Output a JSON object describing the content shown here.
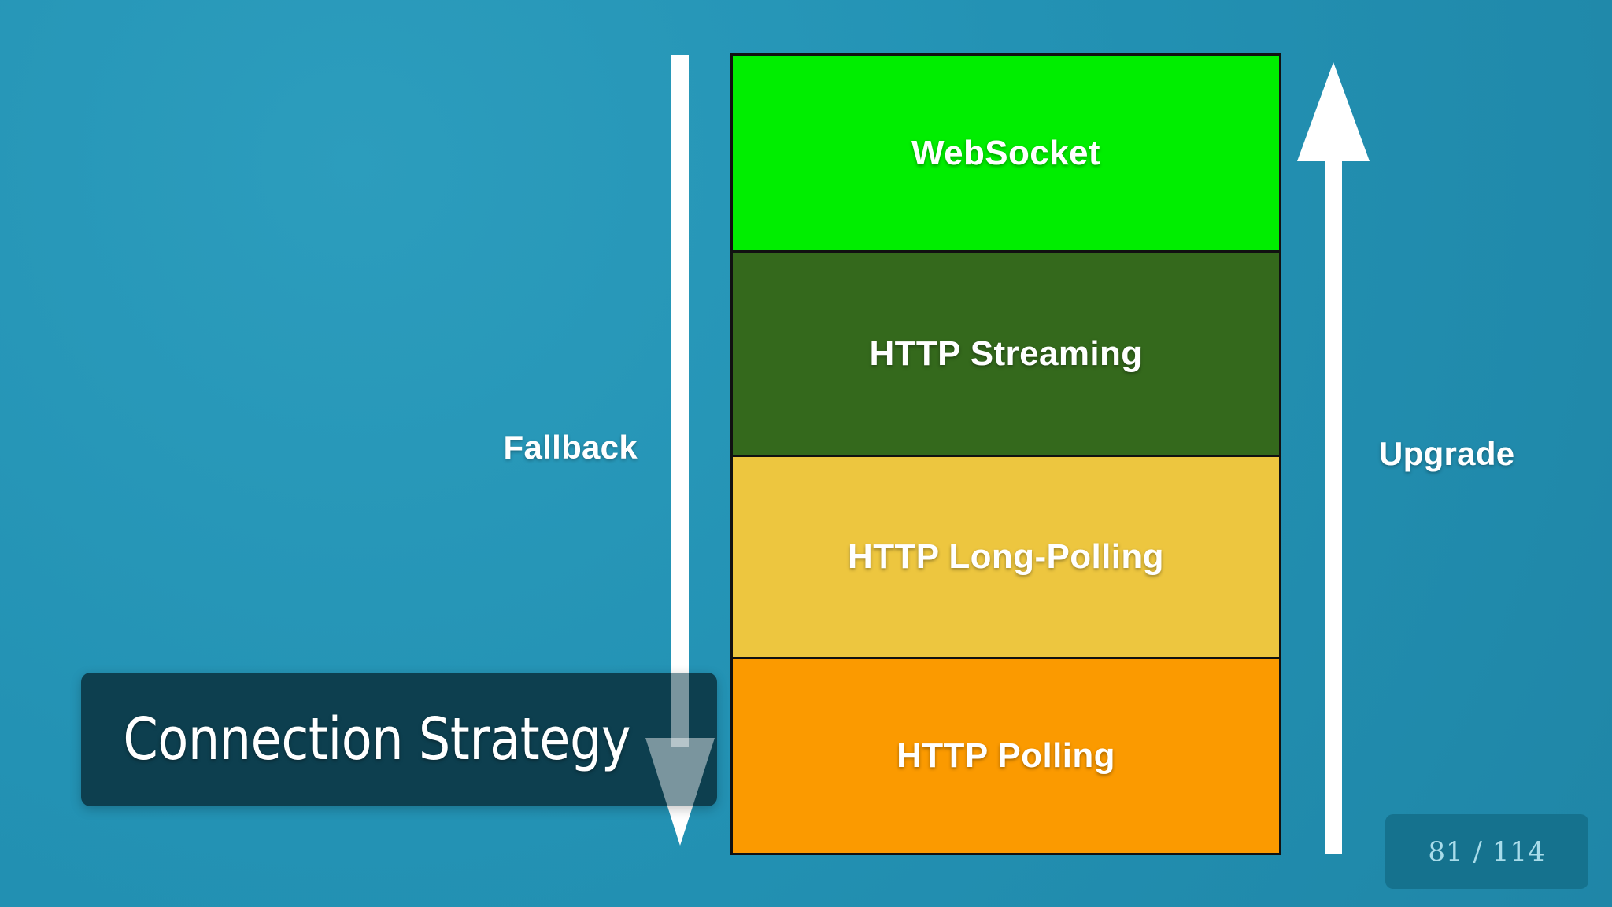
{
  "slide": {
    "title": "Connection Strategy",
    "background_color": "#2392b4",
    "title_plate_color": "#0d3f4f"
  },
  "diagram": {
    "type": "layered-stack",
    "blocks": [
      {
        "label": "WebSocket",
        "color": "#00ee00",
        "text_color": "#ffffff",
        "level": 4
      },
      {
        "label": "HTTP Streaming",
        "color": "#34691c",
        "text_color": "#ffffff",
        "level": 3
      },
      {
        "label": "HTTP Long-Polling",
        "color": "#edc63f",
        "text_color": "#ffffff",
        "level": 2
      },
      {
        "label": "HTTP Polling",
        "color": "#fb9a00",
        "text_color": "#ffffff",
        "level": 1
      }
    ],
    "arrows": [
      {
        "name": "fallback-arrow",
        "label": "Fallback",
        "direction": "down",
        "color": "#ffffff",
        "side": "left"
      },
      {
        "name": "upgrade-arrow",
        "label": "Upgrade",
        "direction": "up",
        "color": "#ffffff",
        "side": "right"
      }
    ]
  },
  "footer": {
    "slide_counter": "81 / 114",
    "current_slide": 81,
    "total_slides": 114
  }
}
